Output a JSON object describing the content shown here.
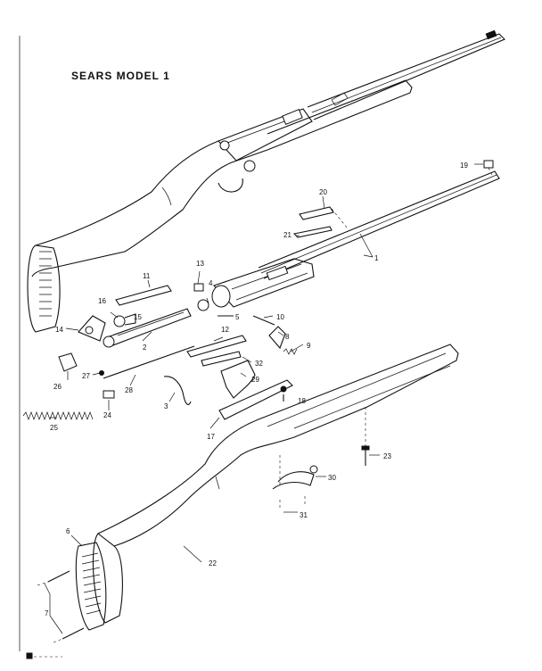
{
  "title": "SEARS MODEL 1",
  "callouts": {
    "c1": "1",
    "c2": "2",
    "c3": "3",
    "c4": "4",
    "c5": "5",
    "c6": "6",
    "c7": "7",
    "c8": "8",
    "c9": "9",
    "c10": "10",
    "c11": "11",
    "c12": "12",
    "c13": "13",
    "c14": "14",
    "c15": "15",
    "c16": "16",
    "c17": "17",
    "c18": "18",
    "c19": "19",
    "c20": "20",
    "c21": "21",
    "c22": "22",
    "c23": "23",
    "c24": "24",
    "c25": "25",
    "c26": "26",
    "c27": "27",
    "c28": "28",
    "c29": "29",
    "c30": "30",
    "c31": "31",
    "c32": "32"
  }
}
